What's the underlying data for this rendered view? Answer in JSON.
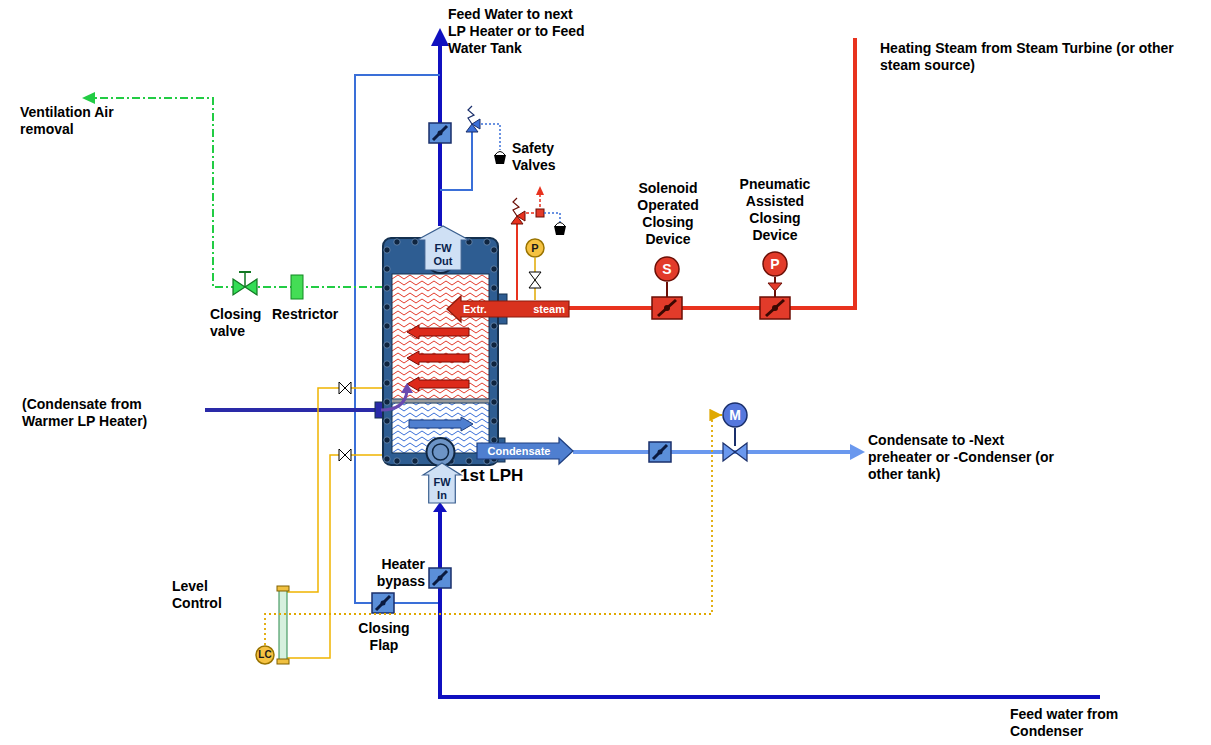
{
  "diagram": {
    "nodes": [
      {
        "text": [
          "1st LPH"
        ]
      },
      {
        "text": [
          "FW Out"
        ],
        "in": 0
      },
      {
        "text": [
          "Extr.",
          "steam"
        ],
        "in": 0
      },
      {
        "text": [
          "Condensate"
        ],
        "in": 0
      },
      {
        "text": [
          "FW In"
        ],
        "in": 0
      },
      {
        "text": [
          "S"
        ]
      },
      {
        "text": [
          "P"
        ]
      },
      {
        "text": [
          "P"
        ]
      },
      {
        "text": [
          "M"
        ]
      },
      {
        "text": [
          "LC"
        ]
      }
    ],
    "edges": [
      {
        "from": 9,
        "to": 8,
        "arrow": "to"
      }
    ],
    "labels": [
      "Feed Water to next LP Heater or to Feed Water Tank",
      "Heating Steam from Steam Turbine (or other steam source)",
      "Ventilation Air removal",
      "Safety Valves",
      "Solenoid Operated Closing Device",
      "Pneumatic Assisted Closing Device",
      "Closing valve",
      "Restrictor",
      "(Condensate from Warmer LP Heater)",
      "Condensate to -Next preheater or -Condenser (or other tank)",
      "Heater bypass",
      "Level Control",
      "Closing Flap",
      "Feed water from Condenser"
    ]
  }
}
